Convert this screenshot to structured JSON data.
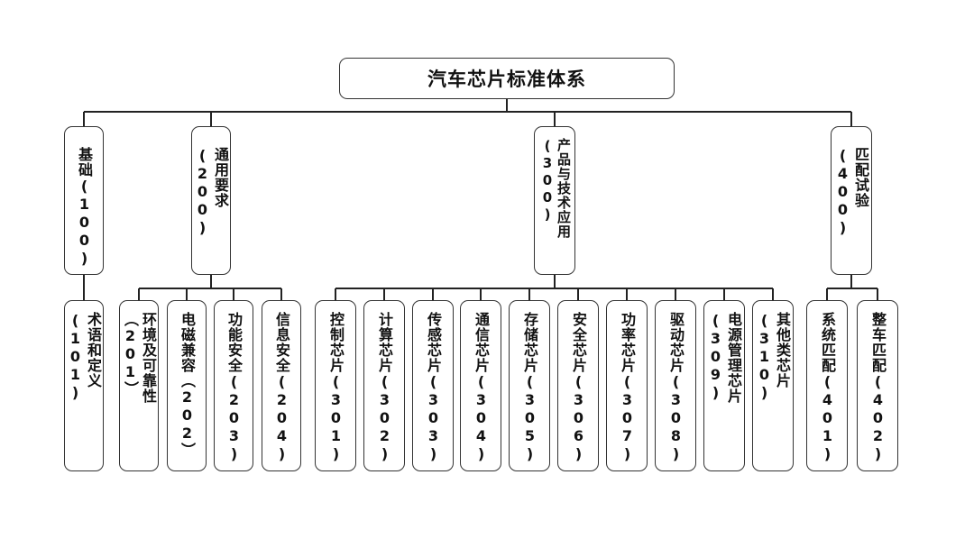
{
  "root": {
    "label": "汽车芯片标准体系"
  },
  "categories": [
    {
      "label": "基础(100)",
      "children": [
        "术语和定义(101)"
      ]
    },
    {
      "label": "通用要求(200)",
      "children": [
        "环境及可靠性（201）",
        "电磁兼容（202）",
        "功能安全(203)",
        "信息安全(204)"
      ]
    },
    {
      "label": "产品与技术应用(300)",
      "children": [
        "控制芯片(301)",
        "计算芯片(302)",
        "传感芯片(303)",
        "通信芯片(304)",
        "存储芯片(305)",
        "安全芯片(306)",
        "功率芯片(307)",
        "驱动芯片(308)",
        "电源管理芯片(309)",
        "其他类芯片(310)"
      ]
    },
    {
      "label": "匹配试验(400)",
      "children": [
        "系统匹配(401)",
        "整车匹配(402)"
      ]
    }
  ]
}
